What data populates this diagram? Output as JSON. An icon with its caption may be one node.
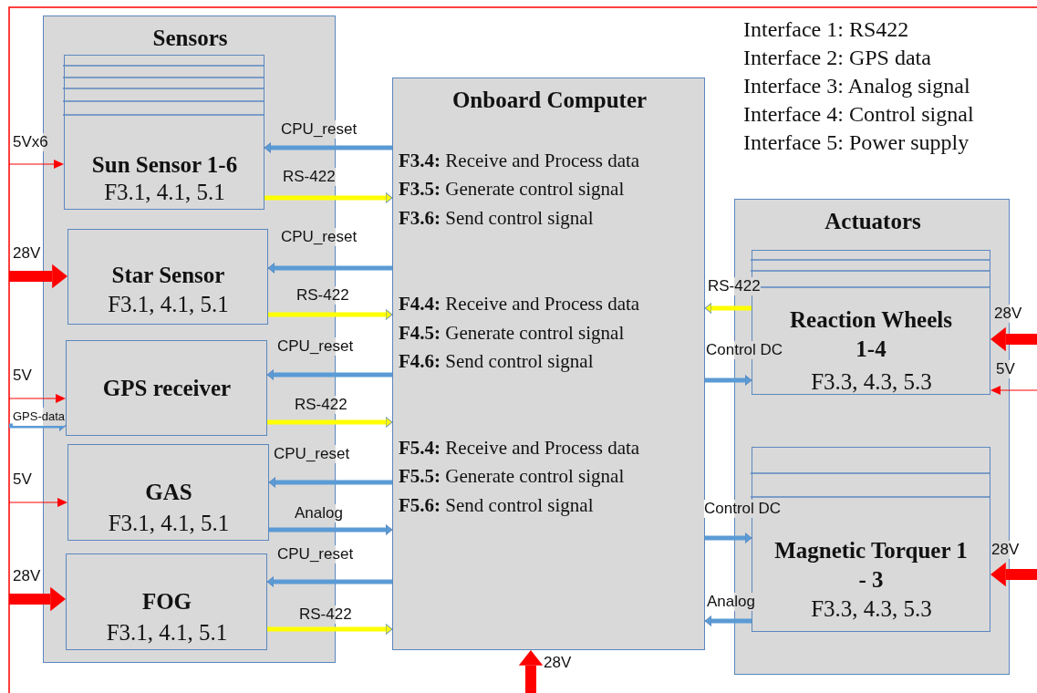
{
  "diagram": {
    "nodes": [
      {
        "text": [
          "Sensors"
        ]
      },
      {
        "text": [
          "Sun Sensor 1-6",
          "F3.1, 4.1, 5.1"
        ],
        "in": 0
      },
      {
        "text": [
          "Star Sensor",
          "F3.1, 4.1, 5.1"
        ],
        "in": 0
      },
      {
        "text": [
          "GPS receiver"
        ],
        "in": 0
      },
      {
        "text": [
          "GAS",
          "F3.1, 4.1, 5.1"
        ],
        "in": 0
      },
      {
        "text": [
          "FOG",
          "F3.1, 4.1, 5.1"
        ],
        "in": 0
      },
      {
        "text": [
          "Onboard Computer",
          "**F3.4:** Receive and Process data",
          "**F3.5:** Generate control signal",
          "**F3.6:** Send control signal",
          "**F4.4:** Receive and Process data",
          "**F4.5:** Generate control signal",
          "**F4.6:** Send control signal",
          "**F5.4:** Receive and Process data",
          "**F5.5:** Generate control signal",
          "**F5.6:** Send control signal"
        ]
      },
      {
        "text": [
          "Actuators"
        ]
      },
      {
        "text": [
          "Reaction Wheels 1-4",
          "F3.3, 4.3, 5.3"
        ],
        "in": 7
      },
      {
        "text": [
          "Magnetic Torquer 1 - 3",
          "F3.3, 4.3, 5.3"
        ],
        "in": 7
      }
    ],
    "edges": [
      {
        "from": 6,
        "to": 1,
        "arrow": "to",
        "label": "CPU_reset"
      },
      {
        "from": 1,
        "to": 6,
        "arrow": "to",
        "label": "RS-422",
        "color": "#ffff00"
      },
      {
        "from": 6,
        "to": 2,
        "arrow": "to",
        "label": "CPU_reset"
      },
      {
        "from": 2,
        "to": 6,
        "arrow": "to",
        "label": "RS-422",
        "color": "#ffff00"
      },
      {
        "from": 6,
        "to": 3,
        "arrow": "to",
        "label": "CPU_reset"
      },
      {
        "from": 3,
        "to": 6,
        "arrow": "to",
        "label": "RS-422",
        "color": "#ffff00"
      },
      {
        "from": 6,
        "to": 4,
        "arrow": "to",
        "label": "CPU_reset"
      },
      {
        "from": 4,
        "to": 6,
        "arrow": "to",
        "label": "Analog"
      },
      {
        "from": 6,
        "to": 5,
        "arrow": "to",
        "label": "CPU_reset"
      },
      {
        "from": 5,
        "to": 6,
        "arrow": "to",
        "label": "RS-422",
        "color": "#ffff00"
      },
      {
        "from": 8,
        "to": 6,
        "arrow": "to",
        "label": "RS-422",
        "color": "#ffff00"
      },
      {
        "from": 6,
        "to": 8,
        "arrow": "to",
        "label": "Control DC"
      },
      {
        "from": 6,
        "to": 9,
        "arrow": "to",
        "label": "Control DC"
      },
      {
        "from": 9,
        "to": 6,
        "arrow": "to",
        "label": "Analog"
      },
      {
        "from": null,
        "to": 1,
        "arrow": "to",
        "label": "5Vx6",
        "color": "#ff0000"
      },
      {
        "from": null,
        "to": 2,
        "arrow": "to",
        "label": "28V",
        "color": "#ff0000",
        "style": "thick"
      },
      {
        "from": null,
        "to": 3,
        "arrow": "to",
        "label": "5V",
        "color": "#ff0000"
      },
      {
        "from": null,
        "to": 3,
        "arrow": "to",
        "label": "GPS-data"
      },
      {
        "from": null,
        "to": 4,
        "arrow": "to",
        "label": "5V",
        "color": "#ff0000"
      },
      {
        "from": null,
        "to": 5,
        "arrow": "to",
        "label": "28V",
        "color": "#ff0000",
        "style": "thick"
      },
      {
        "from": null,
        "to": 8,
        "arrow": "to",
        "label": "28V",
        "color": "#ff0000",
        "style": "thick"
      },
      {
        "from": null,
        "to": 8,
        "arrow": "to",
        "label": "5V",
        "color": "#ff0000"
      },
      {
        "from": null,
        "to": 9,
        "arrow": "to",
        "label": "28V",
        "color": "#ff0000",
        "style": "thick"
      },
      {
        "from": null,
        "to": 6,
        "arrow": "to",
        "label": "28V",
        "color": "#ff0000",
        "style": "thick"
      }
    ],
    "labels": [
      "Interface 1: RS422",
      "Interface 2: GPS data",
      "Interface 3: Analog signal",
      "Interface 4: Control signal",
      "Interface 5: Power supply"
    ]
  }
}
